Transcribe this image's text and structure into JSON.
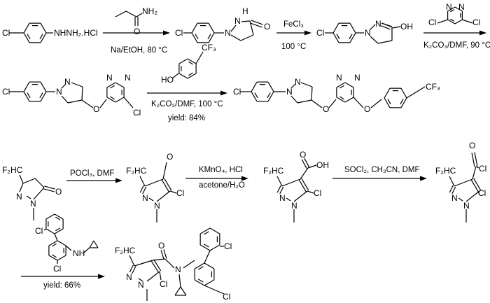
{
  "scheme": {
    "row1": {
      "sm_cl": "Cl",
      "sm_hydrazine": "NHNH₂.HCl",
      "reagent1_nh2": "NH₂",
      "reagent1_o": "O",
      "cond1": "Na/EtOH, 80 °C",
      "p1_cl": "Cl",
      "p1_n1": "N",
      "p1_nh_h": "H",
      "p1_nh_n": "N",
      "p1_o": "O",
      "cond2_top": "FeCl₃",
      "cond2_bottom": "100 °C",
      "p2_cl": "Cl",
      "p2_n1": "N",
      "p2_n2": "N",
      "p2_oh": "OH",
      "pyr_cl1": "Cl",
      "pyr_cl2": "Cl",
      "pyr_n1": "N",
      "pyr_n2": "N",
      "cond3": "K₂CO₃/DMF, 90 °C"
    },
    "row2": {
      "p3_cl": "Cl",
      "p3_n1": "N",
      "p3_n2": "N",
      "p3_o": "O",
      "p3_pn1": "N",
      "p3_pn2": "N",
      "p3_cl2": "Cl",
      "phenol_ho": "HO",
      "phenol_cf3": "CF₃",
      "cond4": "K₂CO₃/DMF, 100 °C",
      "yield1": "yield: 84%",
      "p4_cl": "Cl",
      "p4_n1": "N",
      "p4_n2": "N",
      "p4_o1": "O",
      "p4_pn1": "N",
      "p4_pn2": "N",
      "p4_o2": "O",
      "p4_cf3": "CF₃"
    },
    "row3": {
      "a_f2hc": "F₂HC",
      "a_n1": "N",
      "a_n2": "N",
      "a_o": "O",
      "cond5": "POCl₃, DMF",
      "b_f2hc": "F₂HC",
      "b_o": "O",
      "b_n1": "N",
      "b_n2": "N",
      "b_cl": "Cl",
      "cond6_top": "KMnO₄, HCl",
      "cond6_bottom": "acetone/H₂O",
      "c_f2hc": "F₂HC",
      "c_o": "O",
      "c_oh": "OH",
      "c_n1": "N",
      "c_n2": "N",
      "c_cl": "Cl",
      "cond7": "SOCl₂, CH₃CN, DMF",
      "d_f2hc": "F₂HC",
      "d_o": "O",
      "d_cl1": "Cl",
      "d_n1": "N",
      "d_n2": "N",
      "d_cl2": "Cl"
    },
    "row4": {
      "amine_cl1": "Cl",
      "amine_nh": "NH",
      "amine_cl2": "Cl",
      "yield2": "yield: 66%",
      "e_f2hc": "F₂HC",
      "e_o": "O",
      "e_n": "N",
      "e_n1": "N",
      "e_n2": "N",
      "e_cl1": "Cl",
      "e_cl2": "Cl",
      "e_cl3": "Cl"
    }
  }
}
